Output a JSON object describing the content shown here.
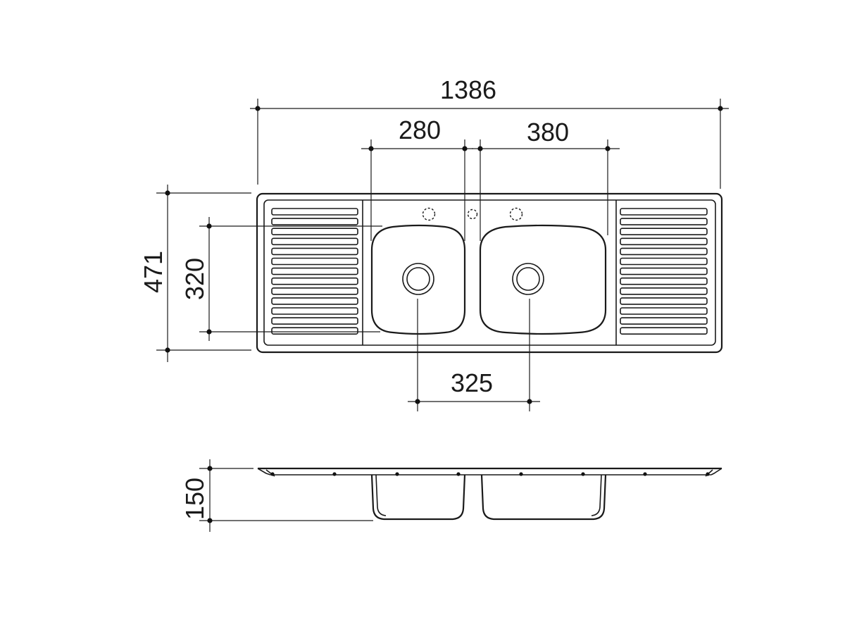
{
  "drawing": {
    "colors": {
      "line": "#1a1a1a",
      "background": "#ffffff"
    },
    "plan_view": {
      "dimensions": {
        "overall_length": "1386",
        "left_bowl_width": "280",
        "right_bowl_width": "380",
        "overall_depth": "471",
        "bowl_depth": "320",
        "waste_spacing": "325"
      },
      "bowls": 2,
      "tap_holes": 3,
      "drainer_ribs_per_side": 13
    },
    "side_view": {
      "dimensions": {
        "bowl_height": "150"
      }
    }
  }
}
